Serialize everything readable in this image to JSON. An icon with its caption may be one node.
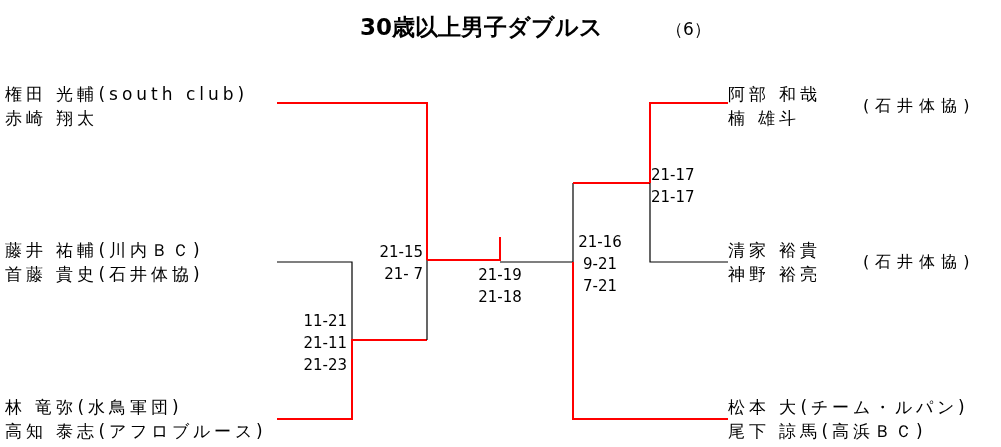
{
  "diagram": {
    "title": "30歳以上男子ダブルス",
    "nodes": [
      {
        "text": [
          "権田 光輔(south club)",
          "赤崎 翔太"
        ]
      },
      {
        "text": [
          "藤井 祐輔(川内ＢＣ)",
          "首藤 貴史(石井体協)"
        ]
      },
      {
        "text": [
          "林 竜弥(水鳥軍団)",
          "高知 泰志(アフロブルース)"
        ]
      },
      {
        "text": [
          "阿部 和哉",
          "楠 雄斗"
        ],
        "beside": [
          "(石井体協)"
        ]
      },
      {
        "text": [
          "清家 裕貴",
          "神野 裕亮"
        ],
        "beside": [
          "(石井体協)"
        ]
      },
      {
        "text": [
          "松本 大(チーム・ルパン)",
          "尾下 諒馬(高浜ＢＣ)"
        ]
      }
    ],
    "labels": [
      "（6）",
      "21-17",
      "21-17",
      "21-15",
      "21- 7",
      "21-16",
      "9-21",
      "7-21",
      "21-19",
      "21-18",
      "11-21",
      "21-11",
      "21-23"
    ]
  }
}
